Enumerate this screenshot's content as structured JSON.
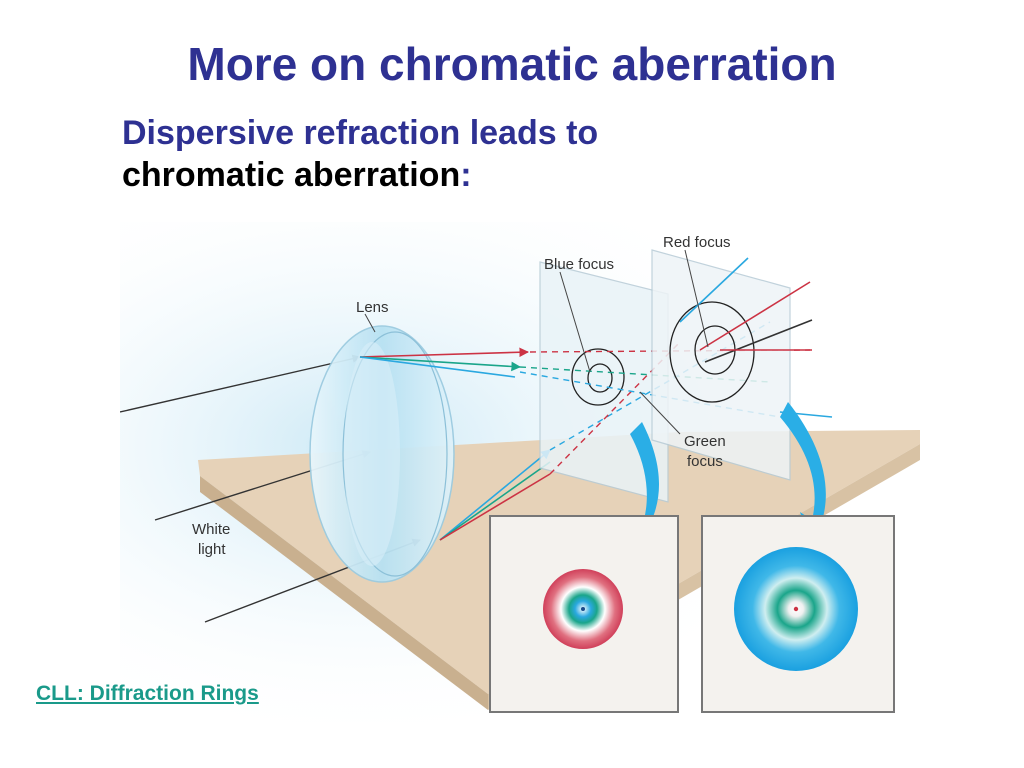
{
  "slide": {
    "title": "More on chromatic aberration",
    "subtitle_line1": "Dispersive refraction leads to",
    "subtitle_line2": "chromatic aberration",
    "subtitle_colon": ":"
  },
  "diagram": {
    "labels": {
      "lens": "Lens",
      "blue_focus": "Blue focus",
      "red_focus": "Red focus",
      "green_focus_1": "Green",
      "green_focus_2": "focus",
      "white_light_1": "White",
      "white_light_2": "light"
    },
    "colors": {
      "red_ray": "#cc3344",
      "green_ray": "#1aa58a",
      "blue_ray": "#2aa8e0",
      "white_ray": "#333333",
      "arrow": "#2aaee6",
      "table": "#e6d2b8"
    }
  },
  "link": {
    "text": "CLL: Diffraction Rings"
  }
}
